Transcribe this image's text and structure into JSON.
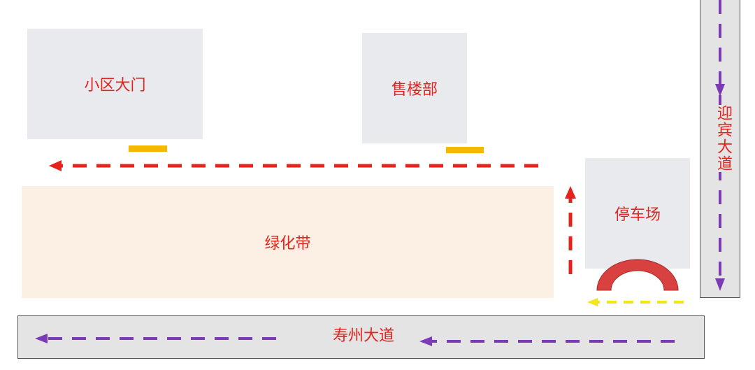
{
  "labels": {
    "gate": "小区大门",
    "sales": "售楼部",
    "parking": "停车场",
    "green_belt": "绿化带",
    "shouzhou_road": "寿州大道",
    "yingbin_road": "迎宾大道"
  },
  "colors": {
    "red_route": "#e5221b",
    "purple_traffic": "#7a3bb5",
    "yellow_route": "#f4e619",
    "marker": "#f5b800",
    "uturn": "#d94040"
  }
}
